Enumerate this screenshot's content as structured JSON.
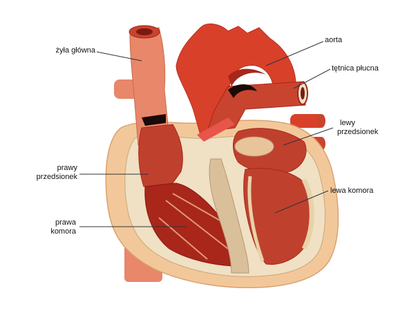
{
  "labels": {
    "vena_cava": "żyła główna",
    "aorta": "aorta",
    "pulmonary_artery": "tętnica płucna",
    "left_atrium": [
      "lewy",
      "przedsionek"
    ],
    "right_atrium": [
      "prawy",
      "przedsionek"
    ],
    "left_ventricle": "lewa komora",
    "right_ventricle": [
      "prawa",
      "komora"
    ]
  },
  "colors": {
    "outer_fat": "#f2c89a",
    "fat_edge": "#d9a06e",
    "wall": "#f0e0c4",
    "septum_bands": "#d9c09a",
    "vessel_light": "#e8876a",
    "vessel_dark": "#c8442e",
    "aorta_red": "#d9402a",
    "chamber_dark": "#a8261a",
    "chamber_mid": "#c0402e",
    "leader_line": "#333333"
  }
}
